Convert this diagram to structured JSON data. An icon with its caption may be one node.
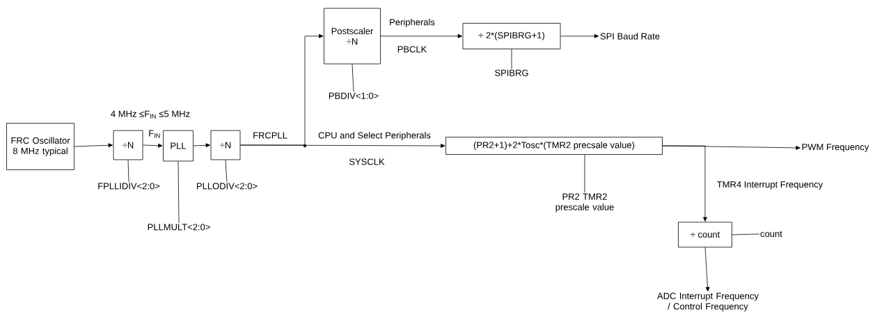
{
  "diagram": {
    "nodes": [
      {
        "text": [
          "FRC Oscillator 8 MHz typical"
        ]
      },
      {
        "text": [
          "÷N"
        ]
      },
      {
        "text": [
          "PLL"
        ]
      },
      {
        "text": [
          "÷N"
        ]
      },
      {
        "text": [
          "Postscaler",
          "÷N"
        ]
      },
      {
        "text": [
          "÷ 2*(SPIBRG+1)"
        ]
      },
      {
        "text": [
          "SPI Baud Rate"
        ]
      },
      {
        "text": [
          "(PR2+1)+2*Tosc*(TMR2 precsale value)"
        ]
      },
      {
        "text": [
          "PWM Frequency"
        ]
      },
      {
        "text": [
          "÷ count"
        ]
      },
      {
        "text": [
          "ADC Interrupt Frequency / Control Frequency"
        ]
      },
      {
        "text": [
          "FPLLIDIV<2:0>"
        ]
      },
      {
        "text": [
          "PLLMULT<2:0>"
        ]
      },
      {
        "text": [
          "PLLODIV<2:0>"
        ]
      },
      {
        "text": [
          "PBDIV<1:0>"
        ]
      },
      {
        "text": [
          "SPIBRG"
        ]
      },
      {
        "text": [
          "PR2 TMR2 prescale value"
        ]
      },
      {
        "text": [
          "count"
        ]
      }
    ],
    "edges": [
      {
        "from": 0,
        "to": 1,
        "arrow": "to"
      },
      {
        "from": 1,
        "to": 2,
        "arrow": "to"
      },
      {
        "from": 2,
        "to": 3,
        "arrow": "to"
      },
      {
        "from": 3,
        "to": 4,
        "arrow": "to"
      },
      {
        "from": 3,
        "to": 7,
        "arrow": "to"
      },
      {
        "from": 4,
        "to": 5,
        "arrow": "to"
      },
      {
        "from": 5,
        "to": 6,
        "arrow": "to"
      },
      {
        "from": 7,
        "to": 8,
        "arrow": "to"
      },
      {
        "from": 7,
        "to": 9,
        "arrow": "to"
      },
      {
        "from": 9,
        "to": 10,
        "arrow": "to"
      },
      {
        "from": 11,
        "to": 1,
        "arrow": "none"
      },
      {
        "from": 12,
        "to": 2,
        "arrow": "none"
      },
      {
        "from": 13,
        "to": 3,
        "arrow": "none"
      },
      {
        "from": 14,
        "to": 4,
        "arrow": "none"
      },
      {
        "from": 15,
        "to": 5,
        "arrow": "none"
      },
      {
        "from": 16,
        "to": 7,
        "arrow": "none"
      },
      {
        "from": 17,
        "to": 9,
        "arrow": "none"
      }
    ],
    "labels": [
      "Peripherals",
      "PBCLK",
      "4 MHz ≤F$_{IN}$ ≤5 MHz",
      "F$_{IN}$",
      "FRCPLL",
      "CPU and Select Peripherals",
      "SYSCLK",
      "TMR4 Interrupt Frequency"
    ]
  }
}
